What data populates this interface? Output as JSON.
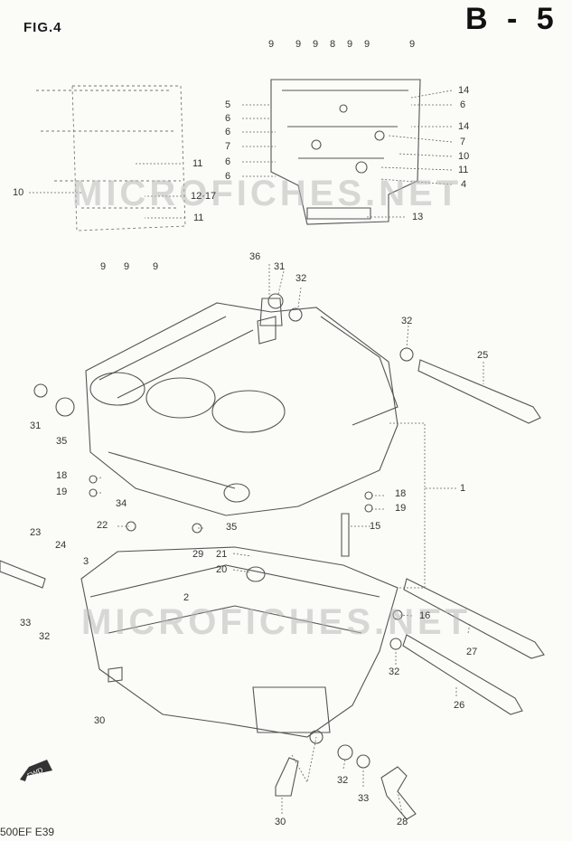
{
  "header": {
    "figure": "FIG.4",
    "section": "B - 5"
  },
  "footer": {
    "code": "500EF E39"
  },
  "watermark": {
    "text": "MICROFICHES.NET"
  },
  "callouts": {
    "c9a": "9",
    "c9b": "9",
    "c9c": "9",
    "c8": "8",
    "c9d": "9",
    "c9e": "9",
    "c9f": "9",
    "c5": "5",
    "c6a": "6",
    "c6b": "6",
    "c7a": "7",
    "c6c": "6",
    "c6d": "6",
    "c14a": "14",
    "c6e": "6",
    "c14b": "14",
    "c7b": "7",
    "c10": "10",
    "c11a": "11",
    "c4": "4",
    "c13": "13",
    "c11b": "11",
    "c10b": "10",
    "c1217": "12·17",
    "c11c": "11",
    "c9g": "9",
    "c9h": "9",
    "c9i": "9",
    "c36": "36",
    "c31a": "31",
    "c32a": "32",
    "c32b": "32",
    "c25": "25",
    "c31b": "31",
    "c35a": "35",
    "c18a": "18",
    "c19a": "19",
    "c1": "1",
    "c18b": "18",
    "c19b": "19",
    "c34": "34",
    "c22": "22",
    "c35b": "35",
    "c15": "15",
    "c23": "23",
    "c24": "24",
    "c3": "3",
    "c29": "29",
    "c21": "21",
    "c20": "20",
    "c2": "2",
    "c16": "16",
    "c27": "27",
    "c33a": "33",
    "c32c": "32",
    "c32d": "32",
    "c26": "26",
    "c30a": "30",
    "c32e": "32",
    "c33b": "33",
    "c30b": "30",
    "c28": "28"
  },
  "icons": {
    "front_arrow": "fwd-arrow-icon"
  }
}
